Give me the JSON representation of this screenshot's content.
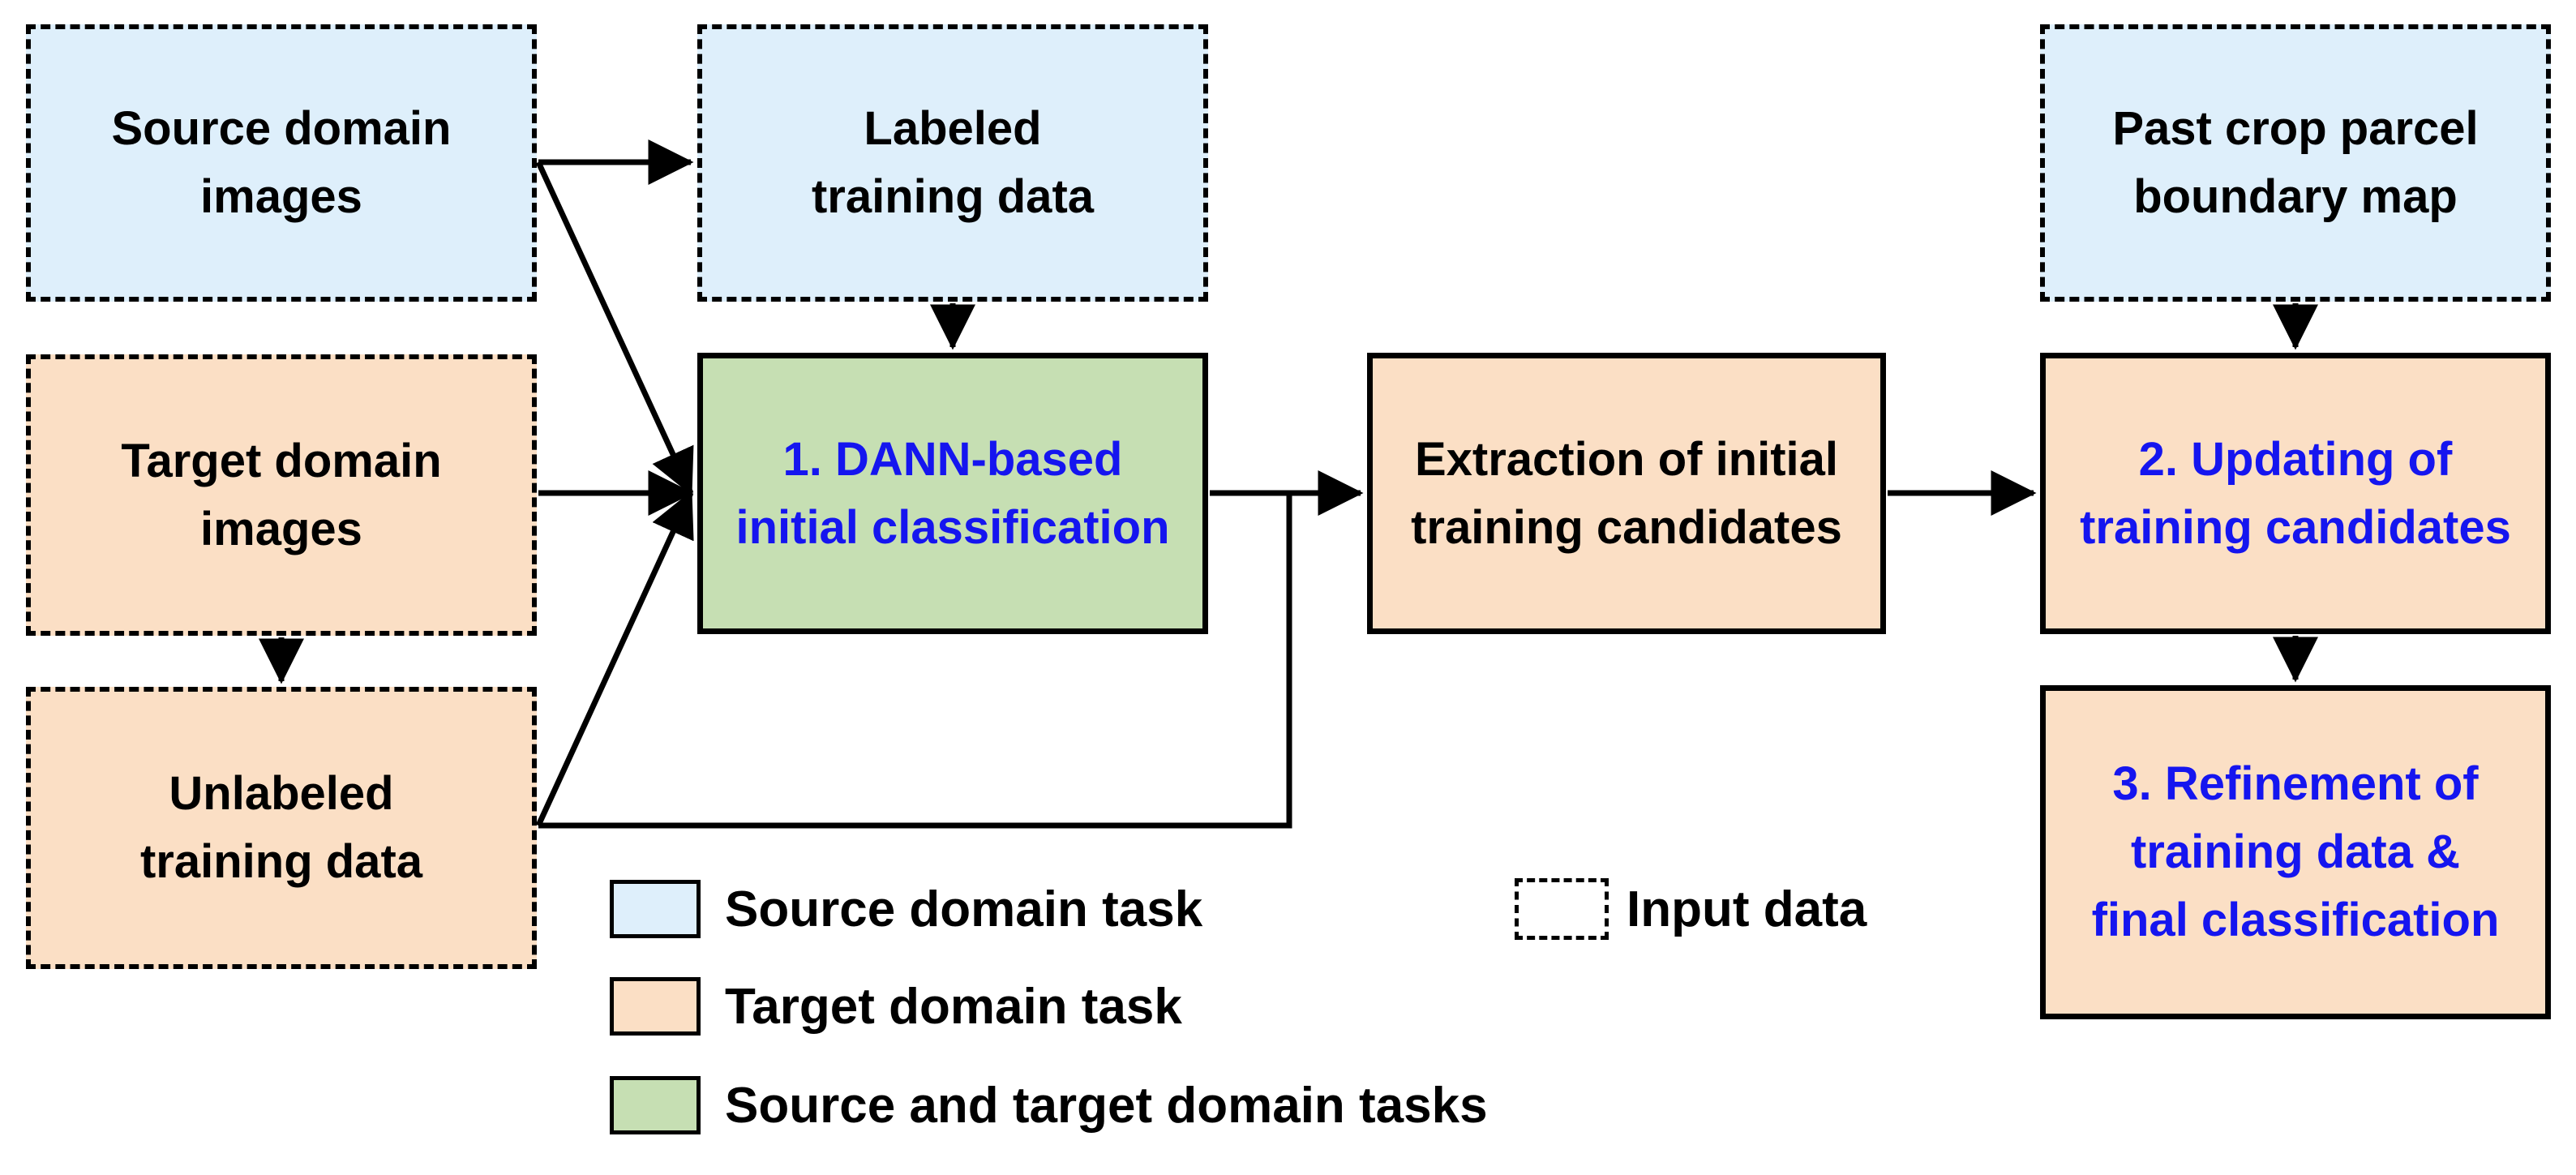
{
  "colors": {
    "source_fill": "#deeffb",
    "target_fill": "#fbdfc5",
    "both_fill": "#c6dfb3",
    "task_text": "#1515ef"
  },
  "boxes": {
    "source_images": "Source domain\nimages",
    "target_images": "Target domain\nimages",
    "unlabeled_data": "Unlabeled\ntraining data",
    "labeled_data": "Labeled\ntraining data",
    "dann_classification": "1. DANN-based\ninitial classification",
    "extraction": "Extraction of initial\ntraining candidates",
    "past_map": "Past crop parcel\nboundary map",
    "updating": "2. Updating of\ntraining candidates",
    "refinement": "3. Refinement of\ntraining data &\nfinal classification"
  },
  "legend": {
    "source": "Source domain task",
    "target": "Target domain task",
    "both": "Source and target domain tasks",
    "input": "Input data"
  }
}
